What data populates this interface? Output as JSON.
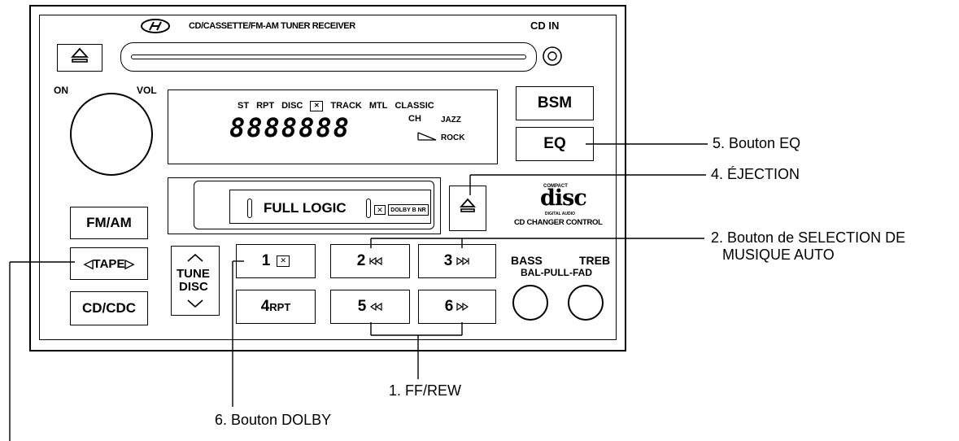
{
  "unit": {
    "header_title": "CD/CASSETTE/FM-AM TUNER RECEIVER",
    "cd_in_label": "CD IN",
    "on_label": "ON",
    "vol_label": "VOL"
  },
  "display": {
    "indicators": [
      "ST",
      "RPT",
      "DISC",
      "TRACK",
      "MTL",
      "CLASSIC"
    ],
    "segments": "8888888",
    "ch_label": "CH",
    "jazz_label": "JAZZ",
    "rock_label": "ROCK"
  },
  "buttons": {
    "bsm": "BSM",
    "eq": "EQ",
    "fm_am": "FM/AM",
    "tape": "◁TAPE▷",
    "cd_cdc": "CD/CDC",
    "tune": "TUNE",
    "disc": "DISC",
    "preset_1": "1",
    "preset_2": "2",
    "preset_3": "3",
    "preset_4": "4",
    "preset_4_sub": "RPT",
    "preset_5": "5",
    "preset_6": "6"
  },
  "cassette": {
    "full_logic": "FULL LOGIC",
    "dolby_label": "DOLBY B NR"
  },
  "cd_changer": {
    "logo_small": "COMPACT",
    "logo_big": "disc",
    "logo_sub": "DIGITAL AUDIO",
    "label": "CD CHANGER CONTROL"
  },
  "tone": {
    "bass": "BASS",
    "treb": "TREB",
    "bal_fad": "BAL-PULL-FAD"
  },
  "callouts": {
    "eq": "5. Bouton EQ",
    "eject": "4. ÉJECTION",
    "music_select_line1": "2. Bouton de SELECTION DE",
    "music_select_line2": "MUSIQUE AUTO",
    "ff_rew": "1. FF/REW",
    "dolby": "6. Bouton DOLBY"
  }
}
